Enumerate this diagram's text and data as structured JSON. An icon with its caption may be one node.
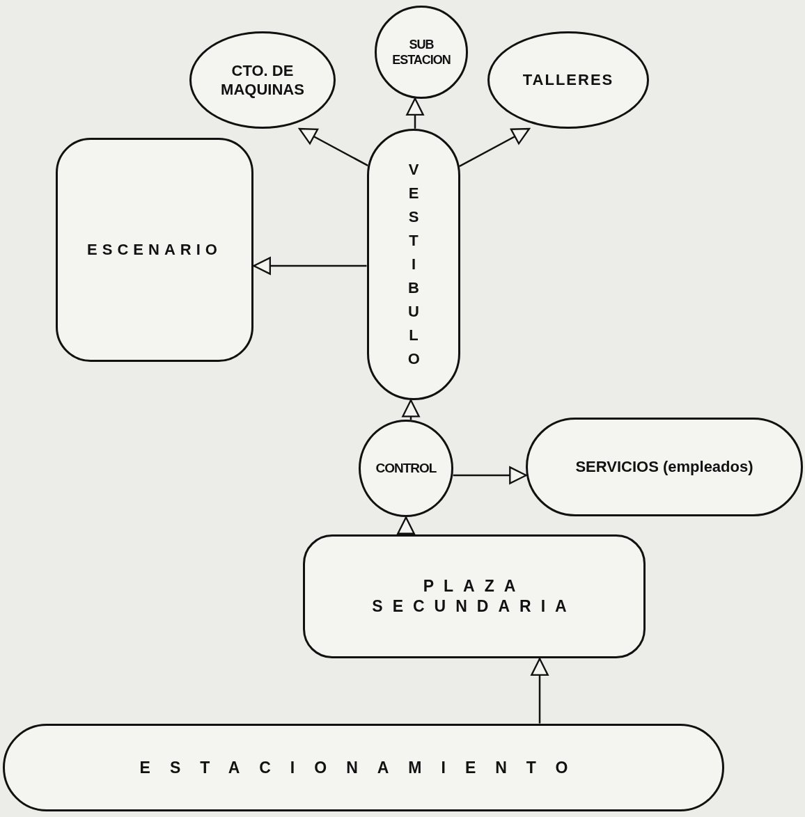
{
  "diagram": {
    "nodes": [
      {
        "text": [
          "CTO. DE MAQUINAS"
        ]
      },
      {
        "text": [
          "SUB ESTACION"
        ]
      },
      {
        "text": [
          "TALLERES"
        ]
      },
      {
        "text": [
          "ESCENARIO"
        ]
      },
      {
        "text": [
          "VESTIBULO"
        ]
      },
      {
        "text": [
          "CONTROL"
        ]
      },
      {
        "text": [
          "SERVICIOS (empleados)"
        ]
      },
      {
        "text": [
          "PLAZA SECUNDARIA"
        ]
      },
      {
        "text": [
          "ESTACIONAMIENTO"
        ]
      }
    ],
    "edges": [
      {
        "from": 4,
        "to": 0,
        "arrow": "to"
      },
      {
        "from": 4,
        "to": 1,
        "arrow": "to"
      },
      {
        "from": 4,
        "to": 2,
        "arrow": "to"
      },
      {
        "from": 4,
        "to": 3,
        "arrow": "to"
      },
      {
        "from": 5,
        "to": 4,
        "arrow": "to"
      },
      {
        "from": 5,
        "to": 6,
        "arrow": "to"
      },
      {
        "from": 7,
        "to": 5,
        "arrow": "to"
      },
      {
        "from": 8,
        "to": 7,
        "arrow": "to"
      }
    ]
  }
}
